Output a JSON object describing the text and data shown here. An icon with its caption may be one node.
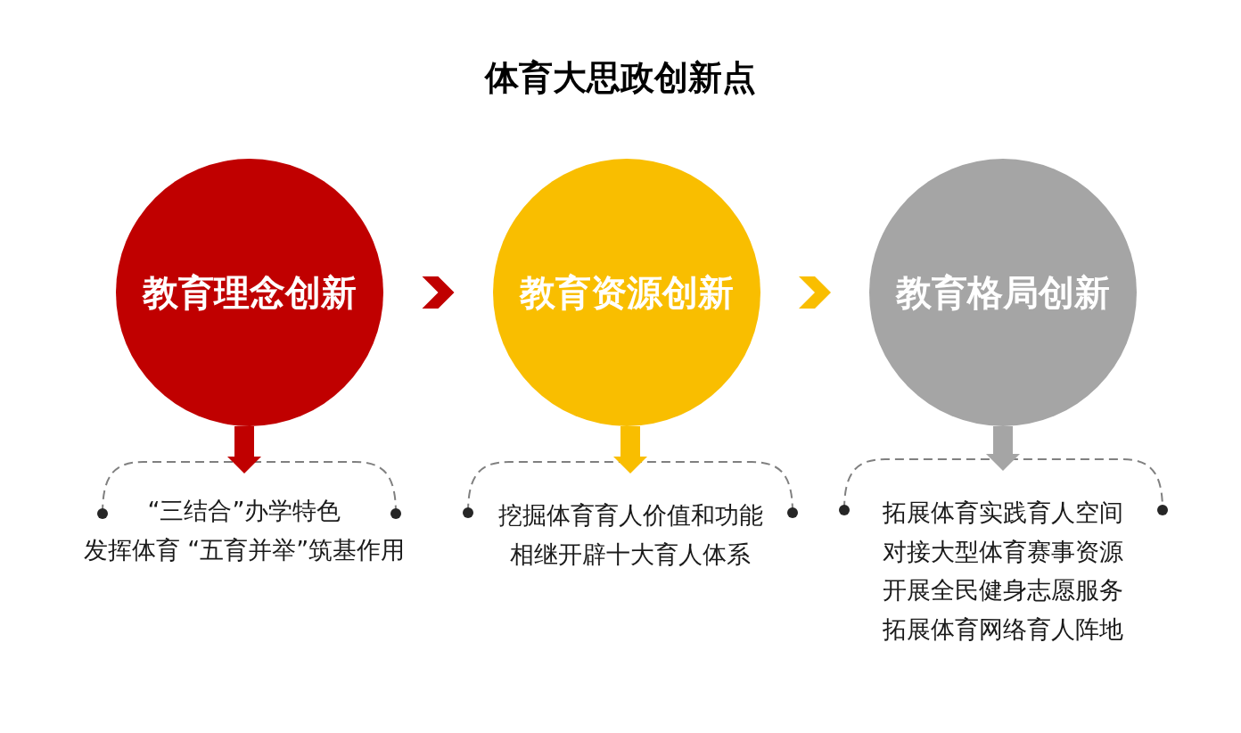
{
  "diagram": {
    "title": "体育大思政创新点",
    "nodes": [
      {
        "text": [
          "教育理念创新"
        ]
      },
      {
        "text": [
          "教育资源创新"
        ]
      },
      {
        "text": [
          "教育格局创新"
        ]
      },
      {
        "text": [
          "“三结合”办学特色",
          "发挥体育 “五育并举”筑基作用"
        ]
      },
      {
        "text": [
          "挖掘体育育人价值和功能",
          "相继开辟十大育人体系"
        ]
      },
      {
        "text": [
          "拓展体育实践育人空间",
          "对接大型体育赛事资源",
          "开展全民健身志愿服务",
          "拓展体育网络育人阵地"
        ]
      }
    ],
    "edges": [
      {
        "from": 0,
        "to": 1,
        "arrow": "to",
        "color": "#c00000"
      },
      {
        "from": 1,
        "to": 2,
        "arrow": "to",
        "color": "#f9be00"
      },
      {
        "from": 0,
        "to": 3,
        "arrow": "to",
        "style": "thick",
        "color": "#c00000"
      },
      {
        "from": 1,
        "to": 4,
        "arrow": "to",
        "style": "thick",
        "color": "#f9be00"
      },
      {
        "from": 2,
        "to": 5,
        "arrow": "to",
        "style": "thick",
        "color": "#a5a5a5"
      }
    ]
  }
}
